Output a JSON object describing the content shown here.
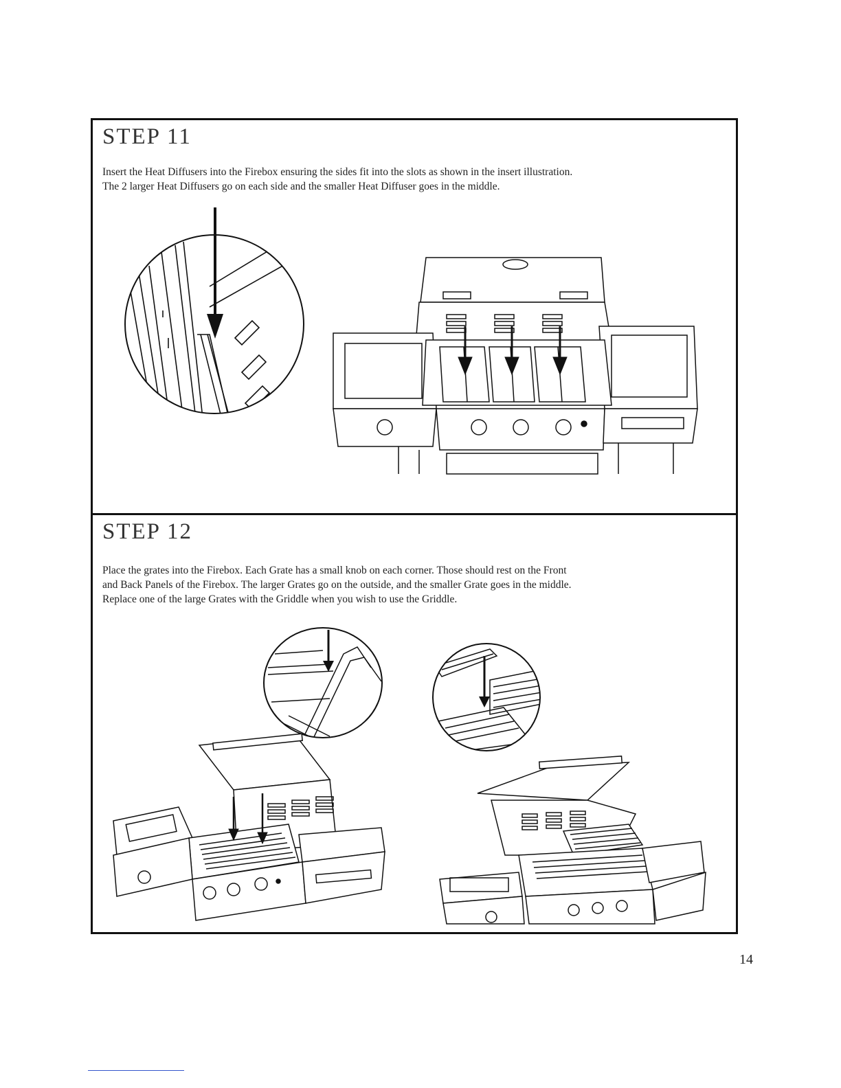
{
  "steps": [
    {
      "title": "STEP 11",
      "lines": [
        "Insert the Heat Diffusers into the Firebox ensuring the sides fit into the slots as shown in the insert illustration.",
        "The 2 larger Heat Diffusers go on each side and the smaller Heat Diffuser goes in the middle."
      ]
    },
    {
      "title": "STEP 12",
      "lines": [
        "Place the grates into the Firebox. Each Grate has a small knob on each corner. Those should rest on the Front",
        "and Back Panels of the Firebox. The larger Grates go on the outside, and the smaller Grate goes in the middle.",
        "Replace one of the large Grates with the Griddle when you wish to use the Griddle."
      ]
    }
  ],
  "page_number": "14"
}
